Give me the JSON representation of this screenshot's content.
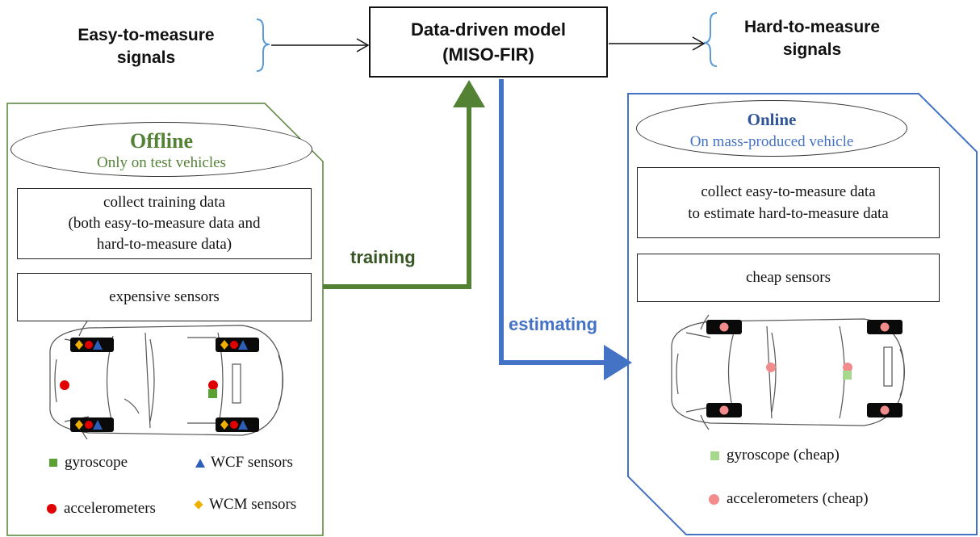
{
  "signals": {
    "easy_line1": "Easy-to-measure",
    "easy_line2": "signals",
    "hard_line1": "Hard-to-measure",
    "hard_line2": "signals"
  },
  "model": {
    "line1": "Data-driven model",
    "line2": "(MISO-FIR)"
  },
  "arrows": {
    "training": "training",
    "estimating": "estimating"
  },
  "offline": {
    "title": "Offline",
    "subtitle": "Only on test vehicles",
    "collect_line1": "collect training data",
    "collect_line2": "(both easy-to-measure data and",
    "collect_line3": "hard-to-measure data)",
    "sensors": "expensive sensors",
    "legend": {
      "gyroscope": "gyroscope",
      "wcf": "WCF sensors",
      "accelerometers": "accelerometers",
      "wcm": "WCM sensors"
    }
  },
  "online": {
    "title": "Online",
    "subtitle": "On mass-produced vehicle",
    "collect_line1": "collect easy-to-measure data",
    "collect_line2": "to estimate hard-to-measure data",
    "sensors": "cheap sensors",
    "legend": {
      "gyroscope": "gyroscope (cheap)",
      "accelerometers": "accelerometers (cheap)"
    }
  },
  "colors": {
    "offline_green": "#548235",
    "online_blue": "#4472c4",
    "bracket_blue": "#5b9bd5",
    "accel_red": "#e00000",
    "gyro_green": "#5aa032",
    "wcf_blue": "#2e5fb8",
    "wcm_orange": "#f0b000",
    "cheap_red": "#f28b8b",
    "cheap_green": "#a6d98e"
  }
}
